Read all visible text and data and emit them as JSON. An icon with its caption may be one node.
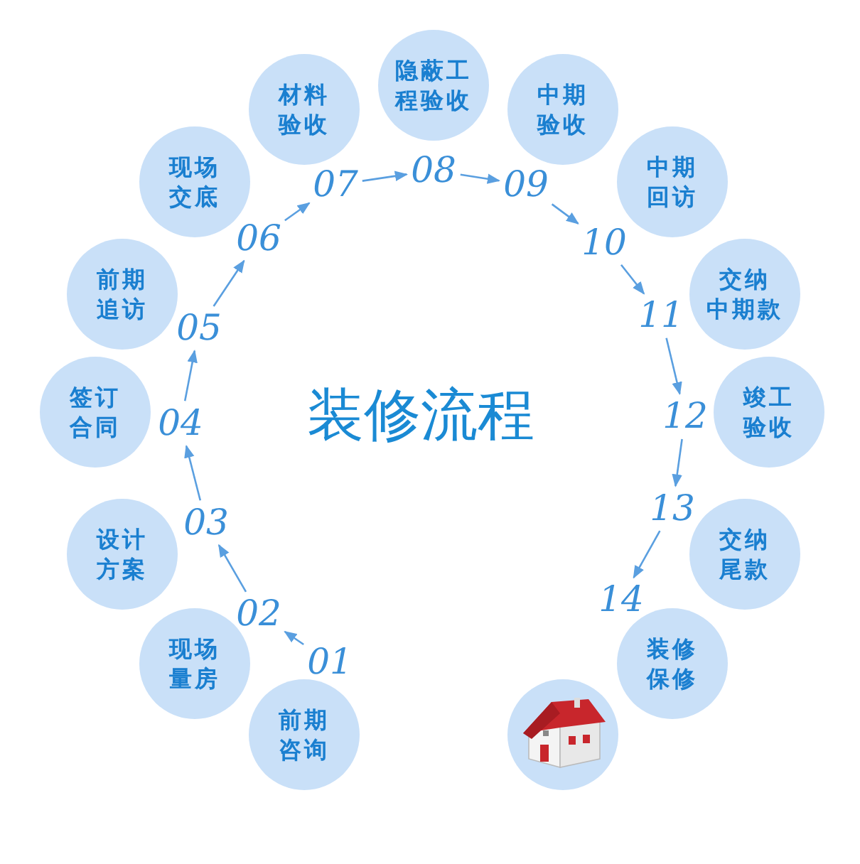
{
  "diagram": {
    "title": "装修流程",
    "nodes": [
      {
        "text": [
          "前期咨询"
        ]
      },
      {
        "text": [
          "现场量房"
        ]
      },
      {
        "text": [
          "设计方案"
        ]
      },
      {
        "text": [
          "签订合同"
        ]
      },
      {
        "text": [
          "前期追访"
        ]
      },
      {
        "text": [
          "现场交底"
        ]
      },
      {
        "text": [
          "材料验收"
        ]
      },
      {
        "text": [
          "隐蔽工程验收"
        ]
      },
      {
        "text": [
          "中期验收"
        ]
      },
      {
        "text": [
          "中期回访"
        ]
      },
      {
        "text": [
          "交纳中期款"
        ]
      },
      {
        "text": [
          "竣工验收"
        ]
      },
      {
        "text": [
          "交纳尾款"
        ]
      },
      {
        "text": [
          "装修保修"
        ]
      },
      {
        "text": [],
        "shape": "picture"
      },
      {
        "text": [
          "01"
        ]
      },
      {
        "text": [
          "02"
        ]
      },
      {
        "text": [
          "03"
        ]
      },
      {
        "text": [
          "04"
        ]
      },
      {
        "text": [
          "05"
        ]
      },
      {
        "text": [
          "06"
        ]
      },
      {
        "text": [
          "07"
        ]
      },
      {
        "text": [
          "08"
        ]
      },
      {
        "text": [
          "09"
        ]
      },
      {
        "text": [
          "10"
        ]
      },
      {
        "text": [
          "11"
        ]
      },
      {
        "text": [
          "12"
        ]
      },
      {
        "text": [
          "13"
        ]
      },
      {
        "text": [
          "14"
        ]
      }
    ],
    "edges": [
      {
        "from": 15,
        "to": 16,
        "arrow": "to"
      },
      {
        "from": 16,
        "to": 17,
        "arrow": "to"
      },
      {
        "from": 17,
        "to": 18,
        "arrow": "to"
      },
      {
        "from": 18,
        "to": 19,
        "arrow": "to"
      },
      {
        "from": 19,
        "to": 20,
        "arrow": "to"
      },
      {
        "from": 20,
        "to": 21,
        "arrow": "to"
      },
      {
        "from": 21,
        "to": 22,
        "arrow": "to"
      },
      {
        "from": 22,
        "to": 23,
        "arrow": "to"
      },
      {
        "from": 23,
        "to": 24,
        "arrow": "to"
      },
      {
        "from": 24,
        "to": 25,
        "arrow": "to"
      },
      {
        "from": 25,
        "to": 26,
        "arrow": "to"
      },
      {
        "from": 26,
        "to": 27,
        "arrow": "to"
      },
      {
        "from": 27,
        "to": 28,
        "arrow": "to"
      }
    ]
  }
}
